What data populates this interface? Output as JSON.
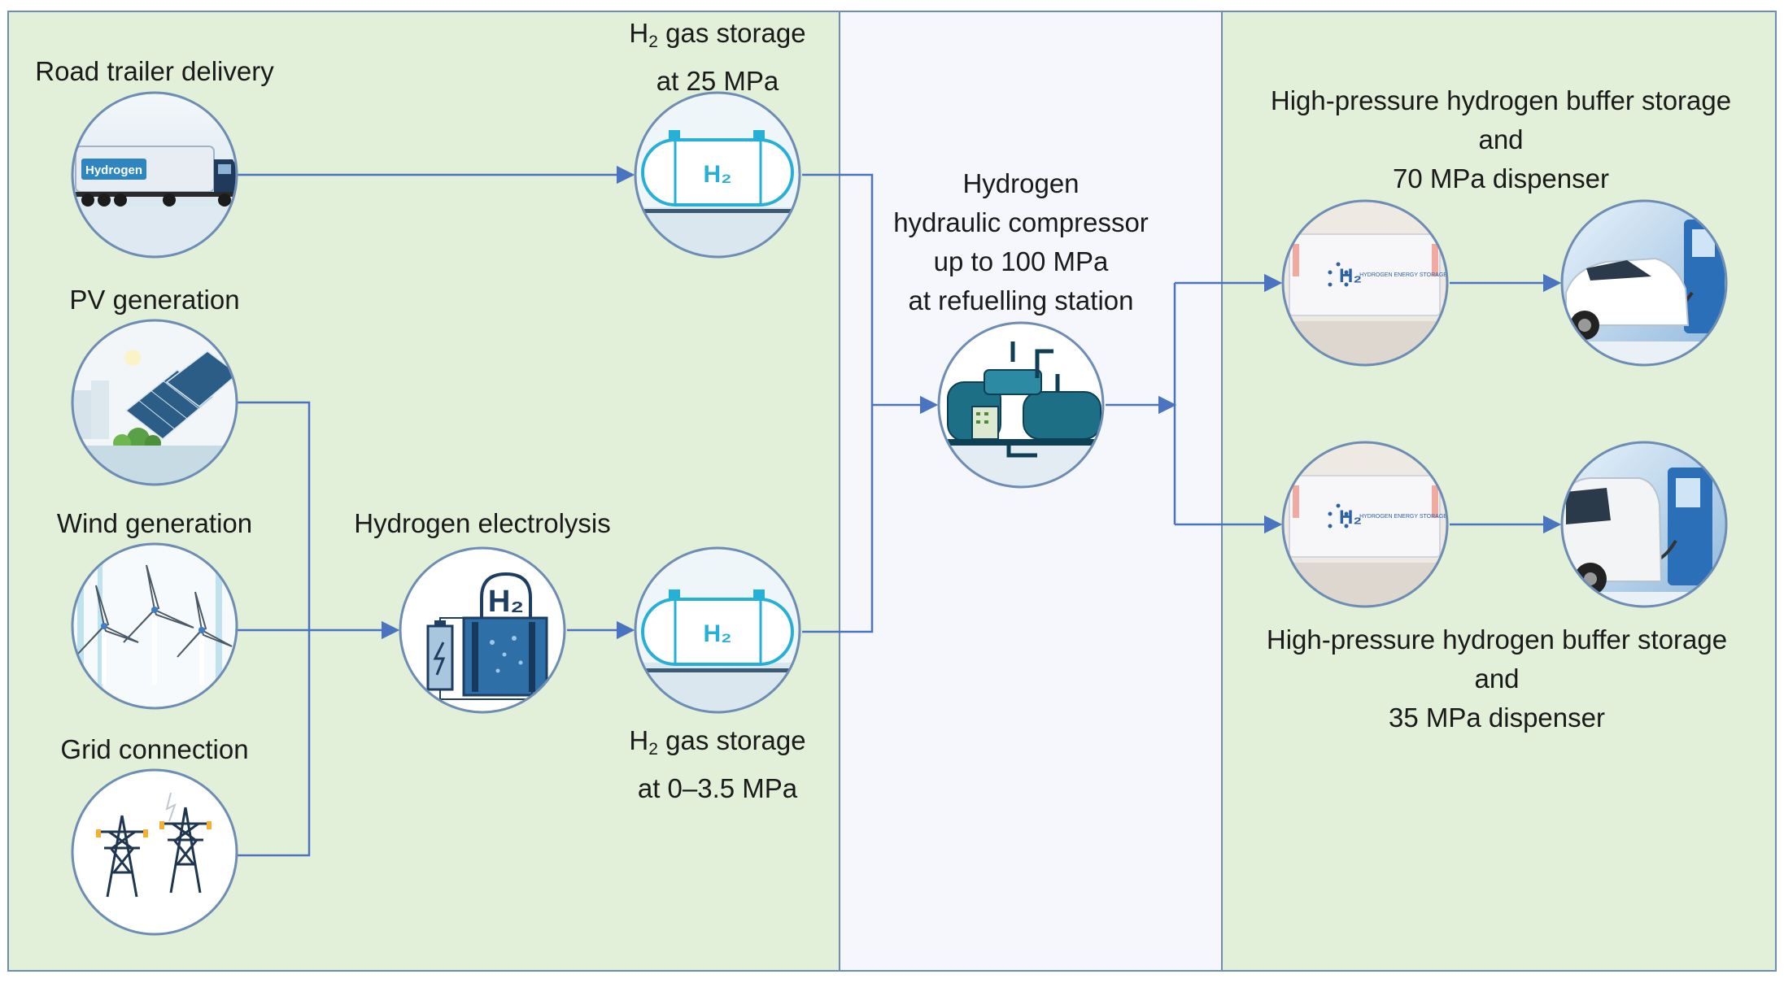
{
  "zones": {
    "colors": {
      "green": "#e2efd9",
      "light": "#f5f7fc",
      "border": "#6d8db5",
      "arrow": "#4a74bf"
    }
  },
  "labels": {
    "road_trailer": "Road trailer delivery",
    "pv": "PV generation",
    "wind": "Wind generation",
    "grid": "Grid connection",
    "electrolysis": "Hydrogen electrolysis",
    "storage_top": {
      "pre": "H",
      "sub": "2",
      "post": " gas storage",
      "line2": "at 25 MPa"
    },
    "storage_bottom": {
      "pre": "H",
      "sub": "2",
      "post": " gas storage",
      "line2": "at 0–3.5 MPa"
    },
    "compressor": [
      "Hydrogen",
      "hydraulic compressor",
      "up to 100 MPa",
      "at refuelling station"
    ],
    "buffer_70": [
      "High-pressure hydrogen buffer storage",
      "and",
      "70 MPa dispenser"
    ],
    "buffer_35": [
      "High-pressure hydrogen buffer storage",
      "and",
      "35 MPa dispenser"
    ]
  },
  "icons": {
    "truck": {
      "name": "hydrogen-truck-icon",
      "text": "Hydrogen"
    },
    "tank": {
      "name": "h2-tank-icon",
      "text": "H₂"
    },
    "electrolyser": {
      "name": "electrolyser-icon",
      "text": "H₂"
    },
    "buffer": {
      "name": "h2-buffer-storage-icon",
      "text": "H₂",
      "caption": "HYDROGEN ENERGY STORAGE"
    }
  }
}
